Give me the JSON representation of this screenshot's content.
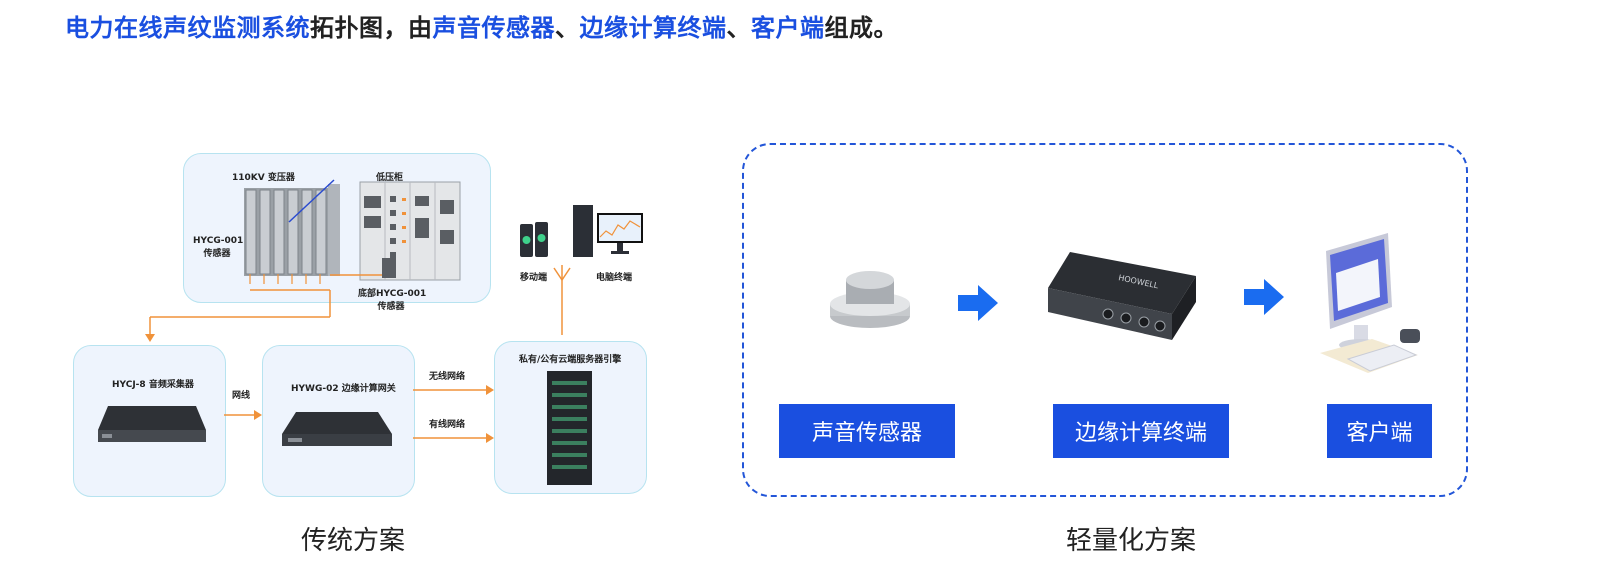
{
  "headline": {
    "part1": "电力在线声纹监测系统",
    "part2": "拓扑图，由",
    "part3": "声音传感器",
    "part4": "、",
    "part5": "边缘计算终端",
    "part6": "、",
    "part7": "客户端",
    "part8": "组成。"
  },
  "traditional": {
    "title": "传统方案",
    "transformer_label": "110KV 变压器",
    "lv_cabinet_label": "低压柜",
    "sensor_label_1": "HYCG-001",
    "sensor_label_2": "传感器",
    "bottom_sensor_label_1": "底部HYCG-001",
    "bottom_sensor_label_2": "传感器",
    "mobile_label": "移动端",
    "pc_label": "电脑终端",
    "collector_label": "HYCJ-8 音频采集器",
    "cable_label": "网线",
    "gateway_label": "HYWG-02 边缘计算网关",
    "wireless_label": "无线网络",
    "wired_label": "有线网络",
    "server_label": "私有/公有云端服务器引擎"
  },
  "lightweight": {
    "title": "轻量化方案",
    "btn_sensor": "声音传感器",
    "btn_edge": "边缘计算终端",
    "btn_client": "客户端",
    "device_brand": "HOOWELL"
  },
  "colors": {
    "accent_blue": "#1a4fe0",
    "orange_line": "#f0923a",
    "panel_fill": "#eef4fd",
    "panel_border": "#b7e3f0"
  }
}
